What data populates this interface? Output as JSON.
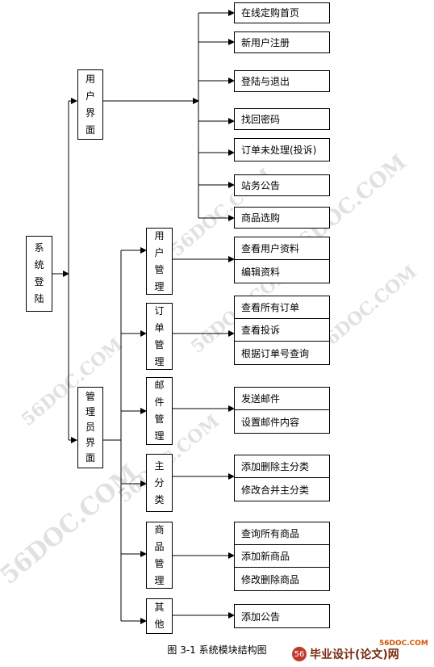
{
  "root": {
    "label": "系统登陆"
  },
  "user_ui": {
    "label": "用户界面",
    "items": [
      "在线定购首页",
      "新用户注册",
      "登陆与退出",
      "找回密码",
      "订单未处理(投诉)",
      "站务公告",
      "商品选购"
    ]
  },
  "admin_ui": {
    "label": "管理员界面",
    "groups": [
      {
        "label": "用户管理",
        "items": [
          "查看用户资料",
          "编辑资料"
        ]
      },
      {
        "label": "订单管理",
        "items": [
          "查看所有订单",
          "查看投诉",
          "根据订单号查询"
        ]
      },
      {
        "label": "邮件管理",
        "items": [
          "发送邮件",
          "设置邮件内容"
        ]
      },
      {
        "label": "主分类",
        "items": [
          "添加删除主分类",
          "修改合并主分类"
        ]
      },
      {
        "label": "商品管理",
        "items": [
          "查询所有商品",
          "添加新商品",
          "修改删除商品"
        ]
      },
      {
        "label": "其他",
        "items": [
          "添加公告"
        ]
      }
    ]
  },
  "caption": "图 3-1  系统模块结构图",
  "watermark": {
    "text": "56DOC.COM",
    "color": "#aaaaaa"
  },
  "brand": {
    "name": "毕业设计(论文)网",
    "url": "56DOC.COM",
    "mark": "56"
  }
}
